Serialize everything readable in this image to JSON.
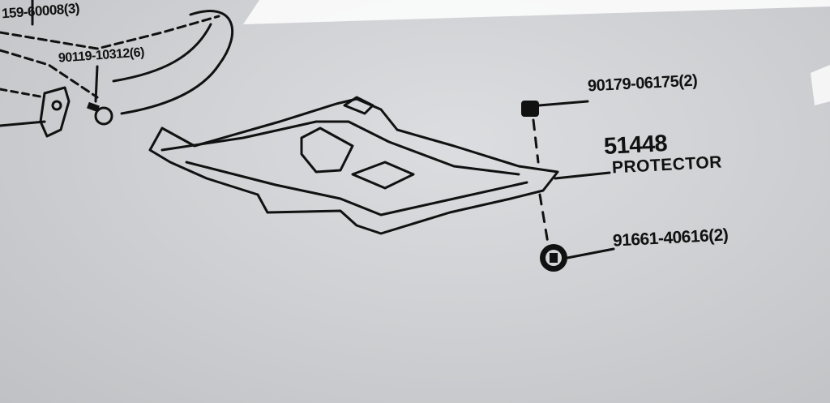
{
  "labels": {
    "part_a": "159-60008(3)",
    "part_b": "90119-10312(6)",
    "part_c": "90179-06175(2)",
    "part_d_number": "51448",
    "part_d_name": "PROTECTOR",
    "part_e": "91661-40616(2)"
  },
  "colors": {
    "ink": "#111111",
    "paper": "#d4d5d8",
    "glare": "#ffffff"
  },
  "icons": {
    "bolt_head": "bolt-hex-icon",
    "nut": "nut-icon",
    "clip": "clip-icon"
  }
}
